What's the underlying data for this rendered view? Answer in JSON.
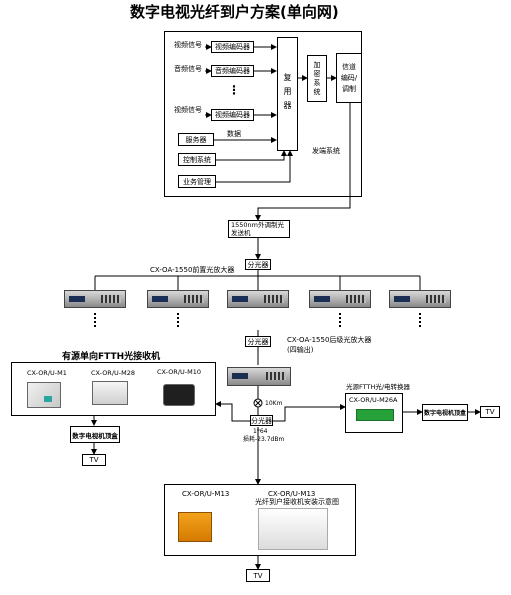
{
  "title": "数字电视光纤到户方案(单向网)",
  "head_end": {
    "video1": "视频信号",
    "video_encoder1": "视频编码器",
    "audio": "音频信号",
    "audio_encoder": "音频编码器",
    "ellipsis": "⋮",
    "video2": "视频信号",
    "video_encoder2": "视频编码器",
    "server": "服务器",
    "data": "数据",
    "control": "控制系统",
    "business": "业务管理",
    "mux": "复用器",
    "encrypt": "加密系统",
    "channel": "信道编码/调制",
    "system": "发端系统"
  },
  "transmitter": "1550nm外调制光发送机",
  "splitter1": "分光器",
  "preamp": "CX-OA-1550前置光放大器",
  "splitter2": "分光器",
  "post_amp": "CX-OA-1550后级光放大器(四输出)",
  "distance": "10Km",
  "splitter3": "分光器",
  "split_ratio": "1*64",
  "loss": "损耗-23.7dBm",
  "left_group": {
    "title": "有源单向FTTH光接收机",
    "m1": "CX-OR/U-M1",
    "m28": "CX-OR/U-M28",
    "m10": "CX-OR/U-M10",
    "stb": "数字电视机顶盒",
    "tv": "TV"
  },
  "right_group": {
    "title": "光源FTTH光/电转换器",
    "model": "CX-OR/U-M26A",
    "stb": "数字电视机顶盒",
    "tv": "TV"
  },
  "bottom_group": {
    "m13": "CX-OR/U-M13",
    "m13b": "CX-OR/U-M13",
    "install": "光纤到户接收机安装示意图",
    "tv": "TV"
  }
}
